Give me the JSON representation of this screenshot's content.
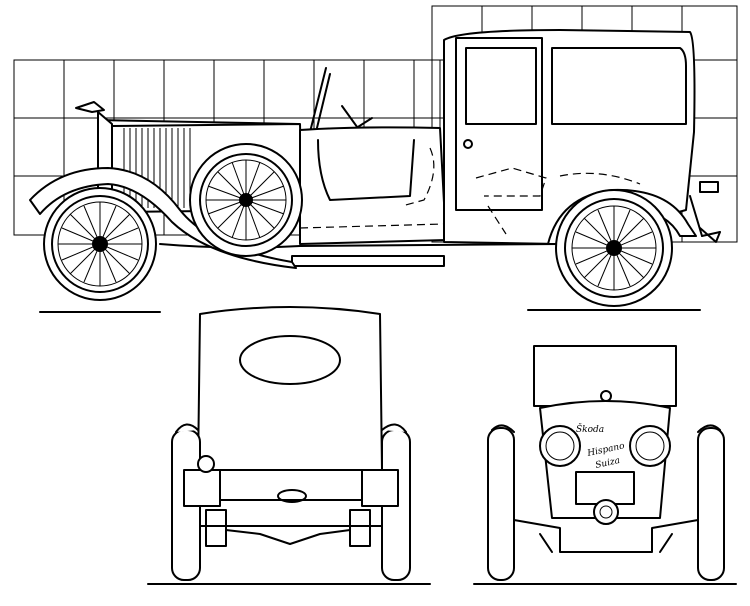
{
  "drawing": {
    "views": [
      "side-view",
      "rear-view",
      "front-view"
    ],
    "colors": {
      "line": "#000000",
      "background": "#ffffff"
    }
  },
  "front_view": {
    "badge_text": "Škoda",
    "radiator_script_line1": "Hispano",
    "radiator_script_line2": "Suiza"
  }
}
